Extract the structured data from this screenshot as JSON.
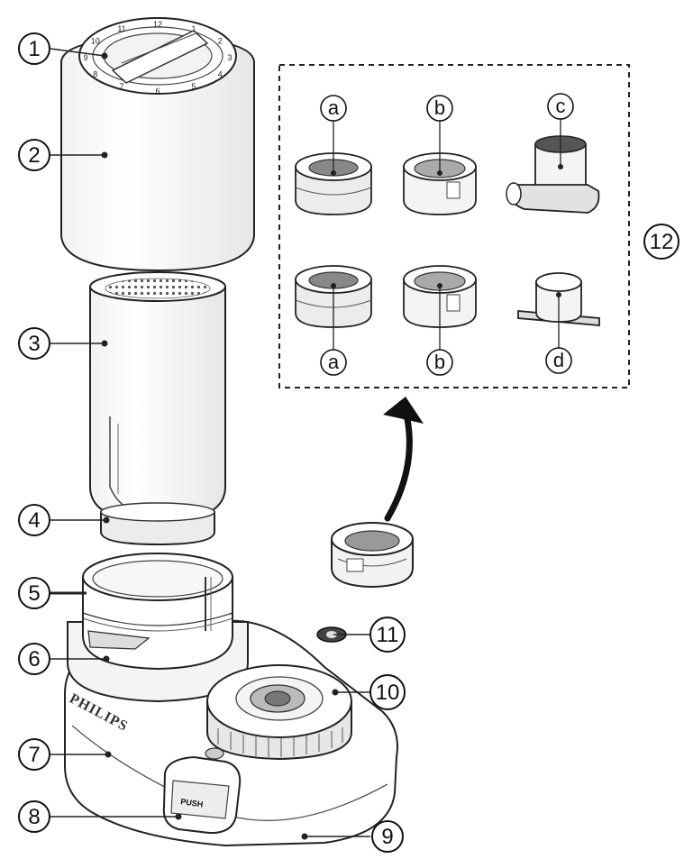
{
  "diagram": {
    "callouts": [
      "1",
      "2",
      "3",
      "4",
      "5",
      "6",
      "7",
      "8",
      "9",
      "10",
      "11",
      "12"
    ],
    "accessory_labels": [
      "a",
      "b",
      "c",
      "a",
      "b",
      "d"
    ],
    "brand": "PHILIPS",
    "button_text": "PUSH",
    "dial_marks": [
      "12",
      "1",
      "2",
      "3",
      "4",
      "5",
      "6",
      "7",
      "8",
      "9",
      "10",
      "11"
    ],
    "colors": {
      "line": "#222222",
      "fill": "#ffffff",
      "shade": "#e9e9e9"
    }
  }
}
